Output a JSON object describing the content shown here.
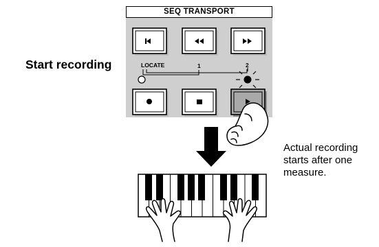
{
  "panel": {
    "title": "SEQ TRANSPORT",
    "locate_label": "LOCATE",
    "locate_points": [
      "1",
      "2"
    ],
    "buttons": [
      {
        "icon": "skip-to-start-icon"
      },
      {
        "icon": "rewind-icon"
      },
      {
        "icon": "fast-forward-icon"
      },
      {
        "icon": "record-icon"
      },
      {
        "icon": "stop-icon"
      },
      {
        "icon": "play-icon"
      }
    ]
  },
  "step_heading": "Start recording",
  "note_lines": [
    "Actual recording",
    "starts after one",
    "measure."
  ]
}
